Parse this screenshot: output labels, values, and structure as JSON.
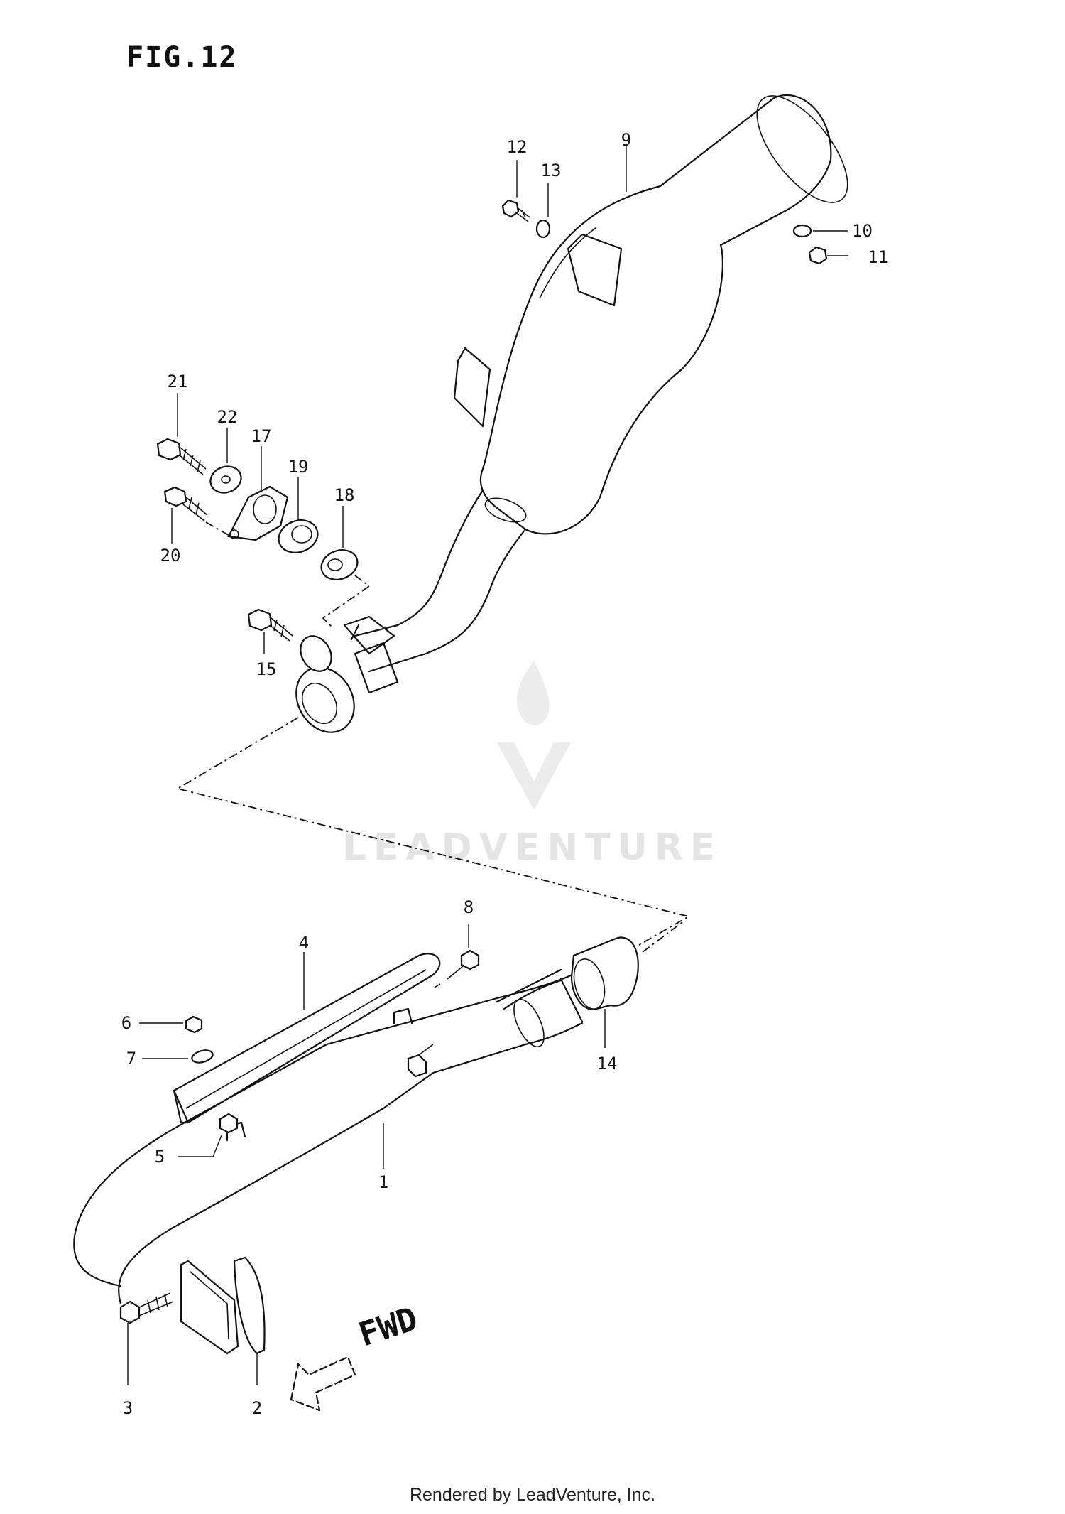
{
  "figure_title": "FIG.12",
  "watermark": "LEADVENTURE",
  "direction_label": "FWD",
  "footer": "Rendered by LeadVenture, Inc.",
  "callouts": [
    {
      "id": "1",
      "label": "1"
    },
    {
      "id": "2",
      "label": "2"
    },
    {
      "id": "3",
      "label": "3"
    },
    {
      "id": "4",
      "label": "4"
    },
    {
      "id": "5",
      "label": "5"
    },
    {
      "id": "6",
      "label": "6"
    },
    {
      "id": "7",
      "label": "7"
    },
    {
      "id": "8",
      "label": "8"
    },
    {
      "id": "9",
      "label": "9"
    },
    {
      "id": "10",
      "label": "10"
    },
    {
      "id": "11",
      "label": "11"
    },
    {
      "id": "12",
      "label": "12"
    },
    {
      "id": "13",
      "label": "13"
    },
    {
      "id": "14",
      "label": "14"
    },
    {
      "id": "15",
      "label": "15"
    },
    {
      "id": "17",
      "label": "17"
    },
    {
      "id": "18",
      "label": "18"
    },
    {
      "id": "19",
      "label": "19"
    },
    {
      "id": "20",
      "label": "20"
    },
    {
      "id": "21",
      "label": "21"
    },
    {
      "id": "22",
      "label": "22"
    }
  ]
}
